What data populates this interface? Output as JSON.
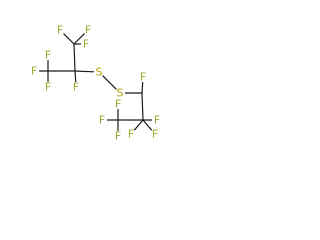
{
  "molecule": {
    "colors": {
      "bond": "#1a1a1a",
      "F": "#8fb02c",
      "S": "#b8a300"
    },
    "atoms": [
      {
        "id": "S1",
        "symbol": "S"
      },
      {
        "id": "S2",
        "symbol": "S"
      },
      {
        "id": "F1",
        "symbol": "F"
      },
      {
        "id": "F2",
        "symbol": "F"
      },
      {
        "id": "F3",
        "symbol": "F"
      },
      {
        "id": "F4",
        "symbol": "F"
      },
      {
        "id": "F5",
        "symbol": "F"
      },
      {
        "id": "F6",
        "symbol": "F"
      },
      {
        "id": "F7",
        "symbol": "F"
      },
      {
        "id": "F8",
        "symbol": "F"
      },
      {
        "id": "F9",
        "symbol": "F"
      },
      {
        "id": "F10",
        "symbol": "F"
      },
      {
        "id": "F11",
        "symbol": "F"
      },
      {
        "id": "F12",
        "symbol": "F"
      },
      {
        "id": "F13",
        "symbol": "F"
      },
      {
        "id": "F14",
        "symbol": "F"
      }
    ]
  }
}
